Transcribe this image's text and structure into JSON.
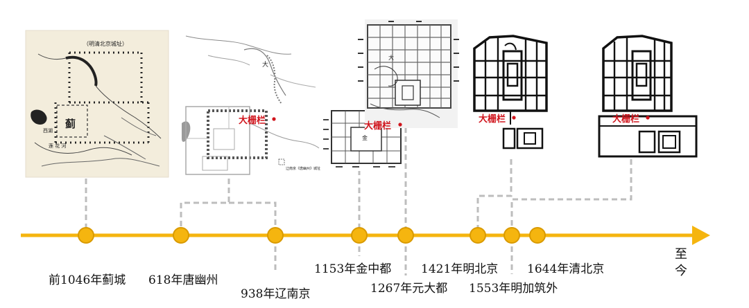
{
  "map_labels": {
    "ji_title": "（明清北京城址）",
    "ji_center": "蓟",
    "ji_left": "西湖",
    "ji_bottom": "莲 花 河",
    "liao_char": "大",
    "liao_legend": "辽南京《唐幽州》城址",
    "jin_char": "金",
    "yuan_char": "大"
  },
  "dashilan": {
    "label": "大栅栏"
  },
  "timeline": {
    "events": [
      {
        "label": "前1046年蓟城"
      },
      {
        "label": "618年唐幽州"
      },
      {
        "label": "938年辽南京"
      },
      {
        "label": "1153年金中都"
      },
      {
        "label": "1267年元大都"
      },
      {
        "label": "1421年明北京"
      },
      {
        "label": "1553年明加筑外"
      },
      {
        "label": "1644年清北京"
      }
    ],
    "end_label": "至今"
  },
  "colors": {
    "axis": "#f5b50f",
    "dot_fill": "#f5b50f",
    "dot_stroke": "#d99a00",
    "connector": "#bdbdbd",
    "marker": "#d0141c"
  }
}
